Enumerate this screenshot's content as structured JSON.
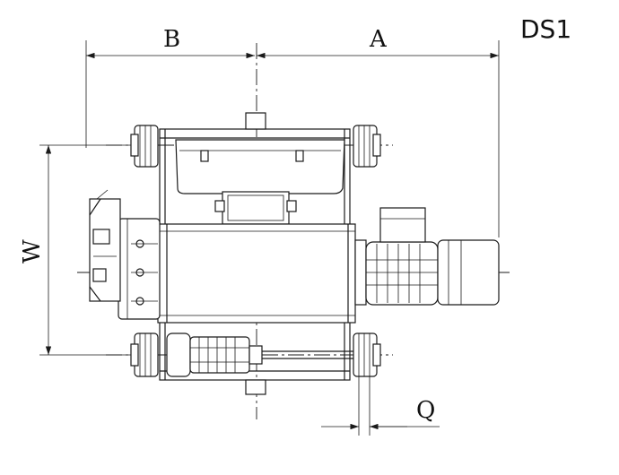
{
  "model": "DS1",
  "dimensions": {
    "A": "A",
    "B": "B",
    "W": "W",
    "Q": "Q"
  },
  "colors": {
    "line": "#1a1a1a",
    "background": "#ffffff"
  }
}
